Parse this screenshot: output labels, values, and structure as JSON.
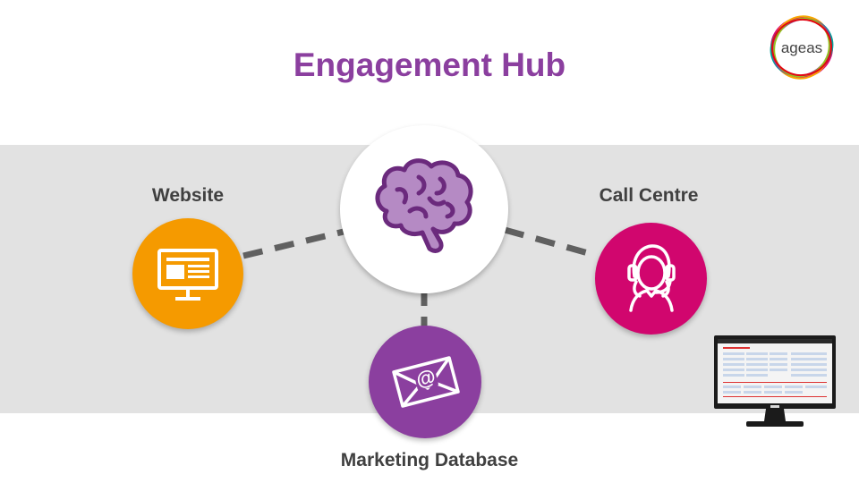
{
  "title": "Engagement Hub",
  "nodes": {
    "website": "Website",
    "call_centre": "Call Centre",
    "marketing_database": "Marketing Database"
  },
  "logo": {
    "text": "ageas"
  },
  "colors": {
    "title": "#8b3f9f",
    "website": "#f59a00",
    "call_centre": "#d1066e",
    "marketing": "#8b3f9f",
    "brain": "#b58ac4",
    "band": "#e2e2e2"
  },
  "icons": {
    "hub": "brain-icon",
    "website": "desktop-monitor-icon",
    "call_centre": "headset-agent-icon",
    "marketing": "email-envelope-icon"
  }
}
